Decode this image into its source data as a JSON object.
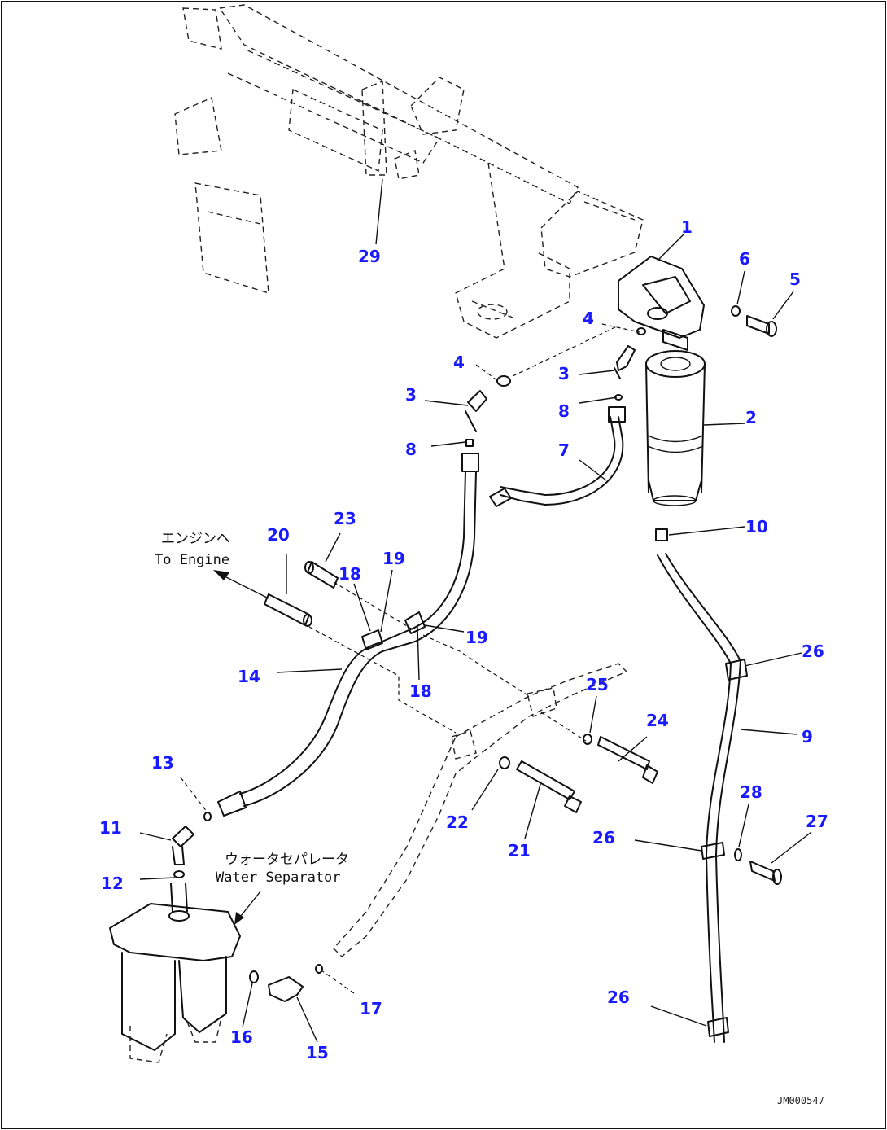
{
  "diagram": {
    "callouts": [
      {
        "id": "c1",
        "label": "1"
      },
      {
        "id": "c2",
        "label": "2"
      },
      {
        "id": "c3a",
        "label": "3"
      },
      {
        "id": "c3b",
        "label": "3"
      },
      {
        "id": "c4a",
        "label": "4"
      },
      {
        "id": "c4b",
        "label": "4"
      },
      {
        "id": "c5",
        "label": "5"
      },
      {
        "id": "c6",
        "label": "6"
      },
      {
        "id": "c7",
        "label": "7"
      },
      {
        "id": "c8a",
        "label": "8"
      },
      {
        "id": "c8b",
        "label": "8"
      },
      {
        "id": "c9",
        "label": "9"
      },
      {
        "id": "c10",
        "label": "10"
      },
      {
        "id": "c11",
        "label": "11"
      },
      {
        "id": "c12",
        "label": "12"
      },
      {
        "id": "c13",
        "label": "13"
      },
      {
        "id": "c14",
        "label": "14"
      },
      {
        "id": "c15",
        "label": "15"
      },
      {
        "id": "c16",
        "label": "16"
      },
      {
        "id": "c17",
        "label": "17"
      },
      {
        "id": "c18a",
        "label": "18"
      },
      {
        "id": "c18b",
        "label": "18"
      },
      {
        "id": "c19a",
        "label": "19"
      },
      {
        "id": "c19b",
        "label": "19"
      },
      {
        "id": "c20",
        "label": "20"
      },
      {
        "id": "c21",
        "label": "21"
      },
      {
        "id": "c22",
        "label": "22"
      },
      {
        "id": "c23",
        "label": "23"
      },
      {
        "id": "c24",
        "label": "24"
      },
      {
        "id": "c25",
        "label": "25"
      },
      {
        "id": "c26a",
        "label": "26"
      },
      {
        "id": "c26b",
        "label": "26"
      },
      {
        "id": "c26c",
        "label": "26"
      },
      {
        "id": "c27",
        "label": "27"
      },
      {
        "id": "c28",
        "label": "28"
      },
      {
        "id": "c29",
        "label": "29"
      }
    ],
    "notes": {
      "to_engine_jp": "エンジンへ",
      "to_engine_en": "To Engine",
      "water_separator_jp": "ウォータセパレータ",
      "water_separator_en": "Water Separator"
    },
    "drawing_code": "JM000547"
  }
}
